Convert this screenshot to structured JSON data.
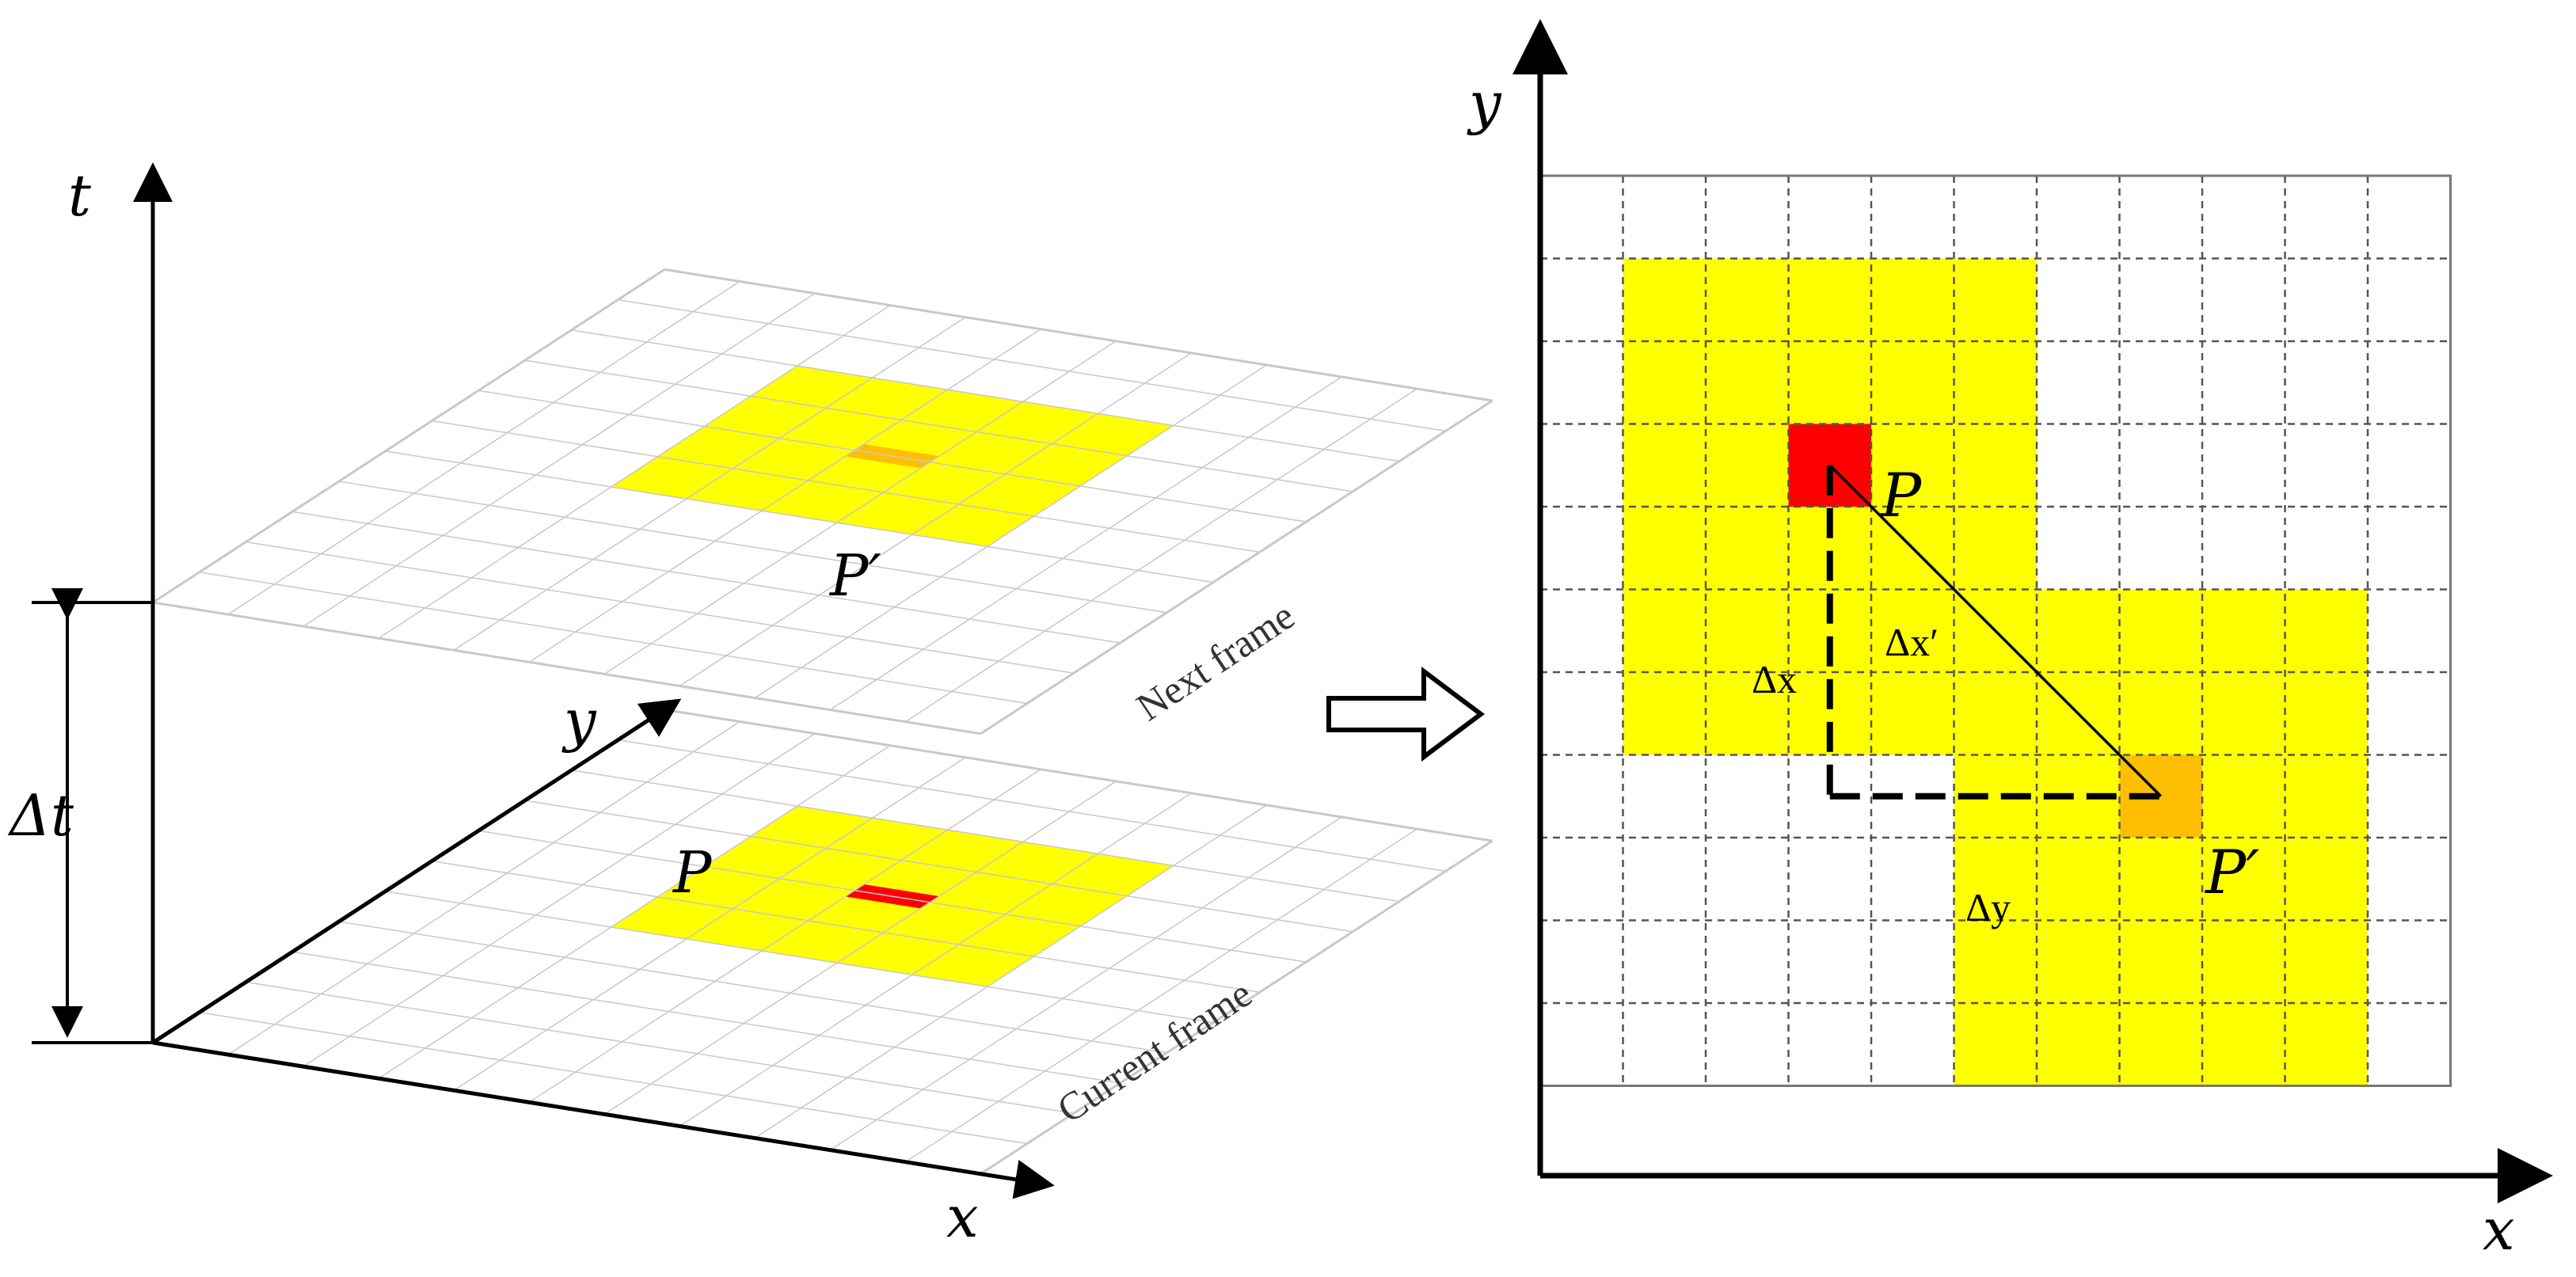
{
  "left_panel": {
    "axis_t": "t",
    "axis_y": "y",
    "axis_x": "x",
    "delta_t": "Δt",
    "next_frame_label": "Next frame",
    "current_frame_label": "Current frame",
    "point_current": "P",
    "point_next": "P′"
  },
  "right_panel": {
    "axis_y": "y",
    "axis_x": "x",
    "point_p": "P",
    "point_p_prime": "P′",
    "delta_x": "Δx",
    "delta_x_prime": "Δx′",
    "delta_y": "Δy"
  },
  "colors": {
    "neighborhood": "#ffff00",
    "point_current": "#ff0000",
    "point_next": "#ffbf00",
    "grid_plane": "#c8c8c8",
    "grid_dashed": "#555555",
    "axis": "#000000"
  }
}
